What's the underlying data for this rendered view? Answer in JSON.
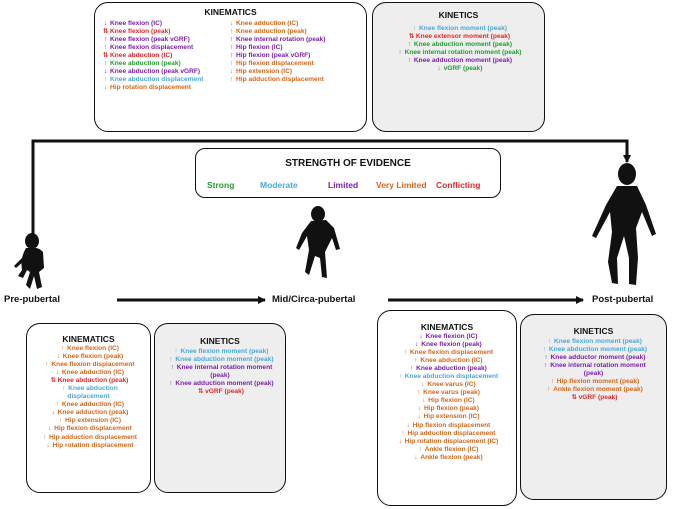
{
  "legend": {
    "title": "STRENGTH OF EVIDENCE",
    "items": [
      {
        "label": "Strong",
        "level": "strong"
      },
      {
        "label": "Moderate",
        "level": "moderate"
      },
      {
        "label": "Limited",
        "level": "limited"
      },
      {
        "label": "Very Limited",
        "level": "verylimited"
      },
      {
        "label": "Conflicting",
        "level": "conflicting"
      }
    ]
  },
  "colors": {
    "strong": "#22a033",
    "moderate": "#4aa9d8",
    "limited": "#7a20b0",
    "verylimited": "#d9661a",
    "conflicting": "#e8262b"
  },
  "stages": {
    "pre": "Pre-pubertal",
    "mid": "Mid/Circa-pubertal",
    "post": "Post-pubertal"
  },
  "top_kinematics": {
    "title": "KINEMATICS",
    "col1": [
      {
        "arrow": "down",
        "text": "Knee flexion (IC)",
        "level": "limited"
      },
      {
        "arrow": "both",
        "text": "Knee flexion (peak)",
        "level": "conflicting"
      },
      {
        "arrow": "up",
        "text": "Knee flexion (peak vGRF)",
        "level": "limited"
      },
      {
        "arrow": "up",
        "text": "Knee flexion displacement",
        "level": "limited"
      },
      {
        "arrow": "both",
        "text": "Knee abduction (IC)",
        "level": "conflicting"
      },
      {
        "arrow": "up",
        "text": "Knee abduction (peak)",
        "level": "strong"
      },
      {
        "arrow": "down",
        "text": "Knee abduction (peak vGRF)",
        "level": "limited"
      },
      {
        "arrow": "up",
        "text": "Knee abduction displacement",
        "level": "moderate"
      },
      {
        "arrow": "down",
        "text": "Hip rotation displacement",
        "level": "verylimited"
      }
    ],
    "col2": [
      {
        "arrow": "down",
        "text": "Knee adduction (IC)",
        "level": "verylimited"
      },
      {
        "arrow": "up",
        "text": "Knee adduction (peak)",
        "level": "verylimited"
      },
      {
        "arrow": "up",
        "text": "Knee internal rotation (peak)",
        "level": "limited"
      },
      {
        "arrow": "up",
        "text": "Hip flexion (IC)",
        "level": "limited"
      },
      {
        "arrow": "up",
        "text": "Hip flexion (peak vGRF)",
        "level": "limited"
      },
      {
        "arrow": "up",
        "text": "Hip flexion displacement",
        "level": "verylimited"
      },
      {
        "arrow": "down",
        "text": "Hip extension (IC)",
        "level": "verylimited"
      },
      {
        "arrow": "up",
        "text": "Hip adduction displacement",
        "level": "verylimited"
      }
    ]
  },
  "top_kinetics": {
    "title": "KINETICS",
    "lines": [
      {
        "arrow": "up",
        "text": "Knee flexion moment (peak)",
        "level": "moderate"
      },
      {
        "arrow": "both",
        "text": "Knee extensor moment (peak)",
        "level": "conflicting"
      },
      {
        "arrow": "up",
        "text": "Knee abduction moment (peak)",
        "level": "strong"
      },
      {
        "arrow": "up",
        "text": "Knee internal rotation moment (peak)",
        "level": "strong"
      },
      {
        "arrow": "up",
        "text": "Knee adduction moment (peak)",
        "level": "limited"
      },
      {
        "arrow": "down",
        "text": "vGRF (peak)",
        "level": "strong"
      }
    ]
  },
  "pre_kinematics": {
    "title": "KINEMATICS",
    "lines": [
      {
        "arrow": "up",
        "text": "Knee flexion (IC)",
        "level": "verylimited"
      },
      {
        "arrow": "down",
        "text": "Knee flexion (peak)",
        "level": "verylimited"
      },
      {
        "arrow": "up",
        "text": "Knee flexion displacement",
        "level": "verylimited"
      },
      {
        "arrow": "down",
        "text": "Knee abduction (IC)",
        "level": "verylimited"
      },
      {
        "arrow": "both",
        "text": "Knee abduction (peak)",
        "level": "conflicting"
      },
      {
        "arrow": "up",
        "text": "Knee abduction",
        "level": "moderate"
      },
      {
        "arrow": "",
        "text": "displacement",
        "level": "moderate"
      },
      {
        "arrow": "up",
        "text": "Knee adduction (IC)",
        "level": "verylimited"
      },
      {
        "arrow": "down",
        "text": "Knee adduction (peak)",
        "level": "verylimited"
      },
      {
        "arrow": "up",
        "text": "Hip extension (IC)",
        "level": "verylimited"
      },
      {
        "arrow": "down",
        "text": "Hip flexion displacement",
        "level": "verylimited"
      },
      {
        "arrow": "up",
        "text": "Hip adduction displacement",
        "level": "verylimited"
      },
      {
        "arrow": "down",
        "text": "Hip rotation displacement",
        "level": "verylimited"
      }
    ]
  },
  "pre_kinetics": {
    "title": "KINETICS",
    "lines": [
      {
        "arrow": "up",
        "text": "Knee flexion moment (peak)",
        "level": "moderate"
      },
      {
        "arrow": "up",
        "text": "Knee abduction moment (peak)",
        "level": "moderate"
      },
      {
        "arrow": "up",
        "text": "Knee internal rotation moment",
        "level": "limited"
      },
      {
        "arrow": "",
        "text": "(peak)",
        "level": "limited"
      },
      {
        "arrow": "up",
        "text": "Knee adduction moment (peak)",
        "level": "limited"
      },
      {
        "arrow": "both",
        "text": "vGRF (peak)",
        "level": "conflicting"
      }
    ]
  },
  "post_kinematics": {
    "title": "KINEMATICS",
    "lines": [
      {
        "arrow": "down",
        "text": "Knee flexion (IC)",
        "level": "limited"
      },
      {
        "arrow": "down",
        "text": "Knee flexion (peak)",
        "level": "limited"
      },
      {
        "arrow": "up",
        "text": "Knee flexion displacement",
        "level": "verylimited"
      },
      {
        "arrow": "up",
        "text": "Knee abduction (IC)",
        "level": "verylimited"
      },
      {
        "arrow": "up",
        "text": "Knee abduction (peak)",
        "level": "limited"
      },
      {
        "arrow": "up",
        "text": "Knee abduction displacement",
        "level": "moderate"
      },
      {
        "arrow": "down",
        "text": "Knee varus (IC)",
        "level": "verylimited"
      },
      {
        "arrow": "up",
        "text": "Knee varus (peak)",
        "level": "verylimited"
      },
      {
        "arrow": "down",
        "text": "Hip flexion (IC)",
        "level": "verylimited"
      },
      {
        "arrow": "down",
        "text": "Hip flexion (peak)",
        "level": "verylimited"
      },
      {
        "arrow": "down",
        "text": "Hip extension (IC)",
        "level": "verylimited"
      },
      {
        "arrow": "down",
        "text": "Hip flexion displacement",
        "level": "verylimited"
      },
      {
        "arrow": "up",
        "text": "Hip adduction displacement",
        "level": "verylimited"
      },
      {
        "arrow": "down",
        "text": "Hip rotation displacement (IC)",
        "level": "verylimited"
      },
      {
        "arrow": "up",
        "text": "Ankle flexion (IC)",
        "level": "verylimited"
      },
      {
        "arrow": "down",
        "text": "Ankle flexion (peak)",
        "level": "verylimited"
      }
    ]
  },
  "post_kinetics": {
    "title": "KINETICS",
    "lines": [
      {
        "arrow": "up",
        "text": "Knee flexion moment (peak)",
        "level": "moderate"
      },
      {
        "arrow": "up",
        "text": "Knee abduction moment (peak)",
        "level": "moderate"
      },
      {
        "arrow": "up",
        "text": "Knee adductor moment (peak)",
        "level": "limited"
      },
      {
        "arrow": "up",
        "text": "Knee internal rotation moment",
        "level": "limited"
      },
      {
        "arrow": "",
        "text": "(peak)",
        "level": "limited"
      },
      {
        "arrow": "up",
        "text": "Hip flexion moment (peak)",
        "level": "verylimited"
      },
      {
        "arrow": "up",
        "text": "Ankle flexion moment (peak)",
        "level": "verylimited"
      },
      {
        "arrow": "both",
        "text": "vGRF (peak)",
        "level": "conflicting"
      }
    ]
  }
}
